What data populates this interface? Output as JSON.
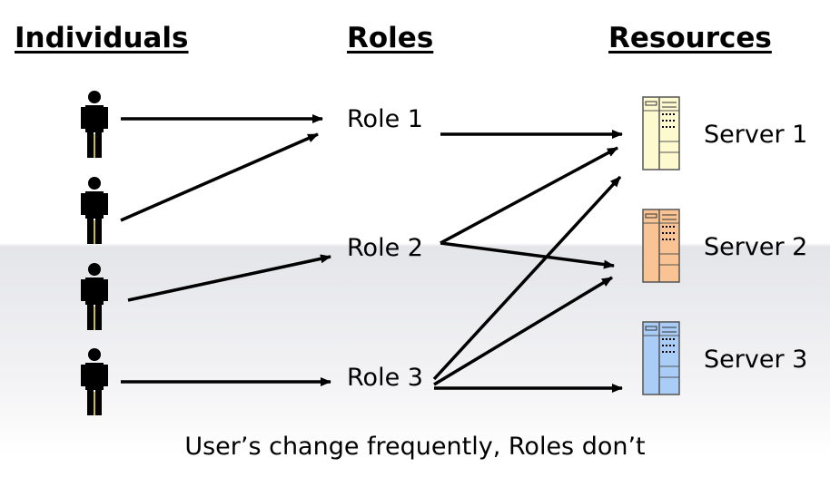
{
  "headings": {
    "individuals": "Individuals",
    "roles": "Roles",
    "resources": "Resources"
  },
  "roles": [
    "Role 1",
    "Role 2",
    "Role 3"
  ],
  "servers": [
    {
      "label": "Server 1",
      "color": "#fdfad0"
    },
    {
      "label": "Server 2",
      "color": "#f9c393"
    },
    {
      "label": "Server 3",
      "color": "#a9cdf7"
    }
  ],
  "individuals": {
    "count": 4,
    "icon": "person-icon"
  },
  "footer": "User’s change frequently, Roles don’t",
  "colors": {
    "line": "#000000"
  }
}
